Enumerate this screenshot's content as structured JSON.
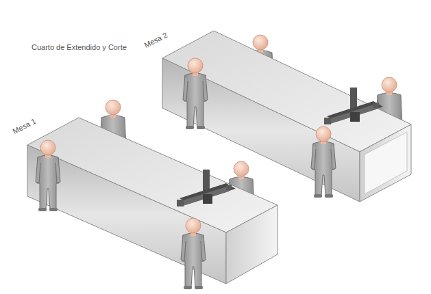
{
  "diagram": {
    "title": "Cuarto de Extendido y Corte",
    "labels": [
      "Mesa 1",
      "Mesa 2"
    ]
  }
}
